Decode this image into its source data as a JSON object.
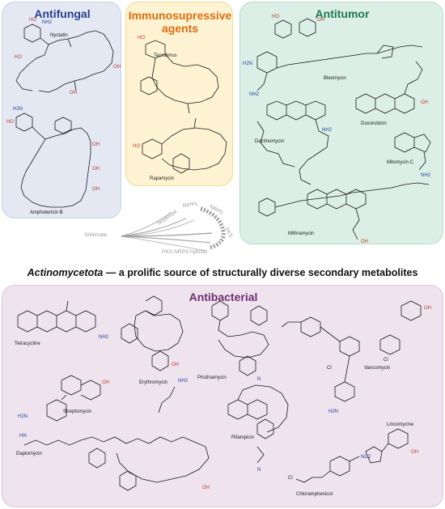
{
  "sections": {
    "antifungal": "Antifungal",
    "immunosuppressive_line1": "Immunosupressive",
    "immunosuppressive_line2": "agents",
    "antitumor": "Antitumor",
    "antibacterial": "Antibacterial"
  },
  "headline": {
    "italic": "Actinomycetota",
    "rest": " — a prolific source of structurally diverse secondary metabolites"
  },
  "antifungal": {
    "nystatin": "Nystatin",
    "amphotericin": "Amphotericin B"
  },
  "immuno": {
    "tacrolimus": "Tacrolimus",
    "rapamycin": "Rapamycin"
  },
  "antitumor": {
    "bleomycin": "Bleomycin",
    "dactinomycin": "Dactinomycin",
    "doxorubicin": "Doxorubicin",
    "mitomycin": "Mitomycin C",
    "mithramycin": "Mithramycin"
  },
  "antibacterial": {
    "tetracycline": "Tetracycline",
    "erythromycin": "Erythromycin",
    "pristinamycin": "Pristinamycin",
    "vancomycin": "Vancomycin",
    "streptomycin": "Streptomycin",
    "daptomycin": "Daptomycin",
    "rifampicin": "Rifampicin",
    "lincomycine": "Lincomycine",
    "chloramphenicol": "Chloramphenicol"
  },
  "biosynthesis": {
    "shikimate": "Shikimate",
    "terpenoid": "Terpenoid",
    "ripps": "RiPPs",
    "nrps": "NRPS",
    "pks": "PKS",
    "hybrids": "PKS-NRPS hybrids"
  },
  "colors": {
    "antifungal": "#2b3f8c",
    "immuno": "#e06d10",
    "antitumor": "#1f7a4e",
    "antibacterial": "#6e2f72"
  }
}
